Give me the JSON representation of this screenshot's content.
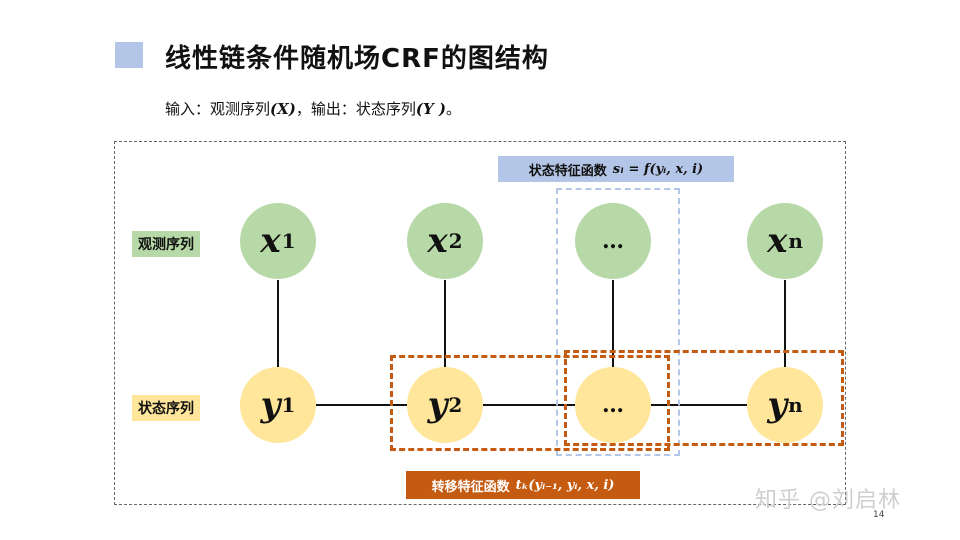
{
  "header": {
    "title": "线性链条件随机场CRF的图结构",
    "subtitle_parts": [
      "输入：观测序列",
      "(X)",
      "，输出：状态序列",
      "(Y )",
      "。"
    ]
  },
  "row_labels": {
    "observation": "观测序列",
    "state": "状态序列"
  },
  "nodes": {
    "x": [
      {
        "base": "x",
        "sub": "1"
      },
      {
        "base": "x",
        "sub": "2"
      },
      {
        "base": "…",
        "sub": ""
      },
      {
        "base": "x",
        "sub": "n"
      }
    ],
    "y": [
      {
        "base": "y",
        "sub": "1"
      },
      {
        "base": "y",
        "sub": "2"
      },
      {
        "base": "…",
        "sub": ""
      },
      {
        "base": "y",
        "sub": "n"
      }
    ]
  },
  "features": {
    "state_label": "状态特征函数",
    "state_formula": "sₗ = f(yᵢ, x, i)",
    "transition_label": "转移特征函数",
    "transition_formula": "tₖ(yᵢ₋₁, yᵢ, x, i)"
  },
  "watermark": "知乎 @刘启林",
  "page_number": "14",
  "colors": {
    "accent_blue": "#b4c6e7",
    "obs_green": "#b7d9a8",
    "state_yellow": "#ffe69a",
    "transition_orange": "#c55a11"
  }
}
